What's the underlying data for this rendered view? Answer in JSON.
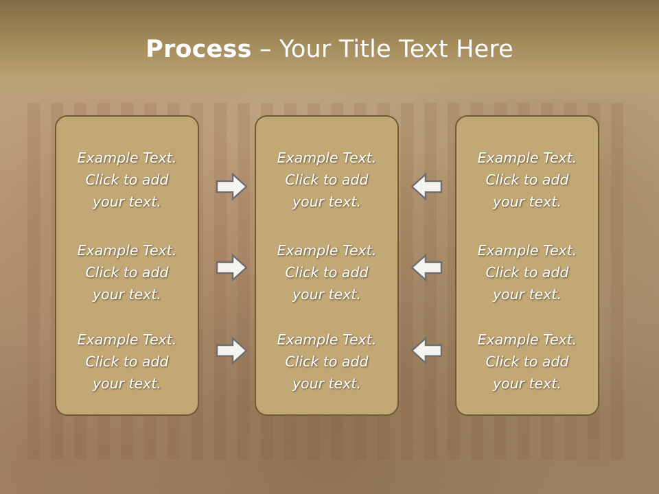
{
  "slide": {
    "title_bold": "Process",
    "title_rest": " – Your Title Text Here"
  },
  "columns": [
    {
      "blocks": [
        [
          "Example Text.",
          "Click  to add",
          "your text."
        ],
        [
          "Example Text.",
          "Click  to add",
          "your text."
        ],
        [
          "Example Text.",
          "Click  to add",
          "your text."
        ]
      ]
    },
    {
      "blocks": [
        [
          "Example Text.",
          "Click  to add",
          "your text."
        ],
        [
          "Example Text.",
          "Click  to add",
          "your text."
        ],
        [
          "Example Text.",
          "Click  to add",
          "your text."
        ]
      ]
    },
    {
      "blocks": [
        [
          "Example Text.",
          "Click  to add",
          "your text."
        ],
        [
          "Example Text.",
          "Click  to add",
          "your text."
        ],
        [
          "Example Text.",
          "Click  to add",
          "your text."
        ]
      ]
    }
  ],
  "arrows": {
    "left_group": [
      "arrow-right-icon",
      "arrow-right-icon",
      "arrow-right-icon"
    ],
    "right_group": [
      "arrow-left-icon",
      "arrow-left-icon",
      "arrow-left-icon"
    ]
  },
  "colors": {
    "panel_fill": "#c2a875",
    "panel_border": "#6e5a35",
    "title_bar": "#a68d5c",
    "text": "#ffffff"
  }
}
